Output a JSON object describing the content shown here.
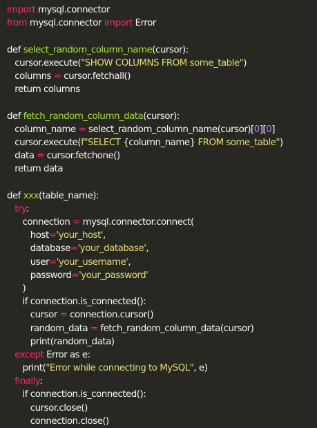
{
  "colors": {
    "background": "#272822",
    "plain": "#f8f8f2",
    "keyword": "#f92672",
    "function": "#a6e22e",
    "string": "#e6db74",
    "number": "#ae81ff",
    "operator": "#f92672"
  },
  "code_lines": [
    [
      [
        "kw",
        "import"
      ],
      [
        "plain",
        " mysql.connector"
      ]
    ],
    [
      [
        "kw",
        "from"
      ],
      [
        "plain",
        " mysql.connector "
      ],
      [
        "kw",
        "import"
      ],
      [
        "plain",
        " Error"
      ]
    ],
    [],
    [
      [
        "plain",
        "def "
      ],
      [
        "fn",
        "select_random_column_name"
      ],
      [
        "plain",
        "(cursor):"
      ]
    ],
    [
      [
        "plain",
        "   cursor.execute("
      ],
      [
        "str",
        "\"SHOW COLUMNS FROM some_table\""
      ],
      [
        "plain",
        ")"
      ]
    ],
    [
      [
        "plain",
        "   columns "
      ],
      [
        "op",
        "="
      ],
      [
        "plain",
        " cursor.fetchall()"
      ]
    ],
    [
      [
        "plain",
        "   return columns"
      ]
    ],
    [],
    [
      [
        "plain",
        "def "
      ],
      [
        "fn",
        "fetch_random_column_data"
      ],
      [
        "plain",
        "(cursor):"
      ]
    ],
    [
      [
        "plain",
        "   column_name "
      ],
      [
        "op",
        "="
      ],
      [
        "plain",
        " select_random_column_name(cursor)["
      ],
      [
        "num",
        "0"
      ],
      [
        "plain",
        "]["
      ],
      [
        "num",
        "0"
      ],
      [
        "plain",
        "]"
      ]
    ],
    [
      [
        "plain",
        "   cursor.execute("
      ],
      [
        "str",
        "f\"SELECT "
      ],
      [
        "plain",
        "{column_name}"
      ],
      [
        "str",
        " FROM some_table\""
      ],
      [
        "plain",
        ")"
      ]
    ],
    [
      [
        "plain",
        "   data "
      ],
      [
        "op",
        "="
      ],
      [
        "plain",
        " cursor.fetchone()"
      ]
    ],
    [
      [
        "plain",
        "   return data"
      ]
    ],
    [],
    [
      [
        "plain",
        "def "
      ],
      [
        "fn",
        "xxx"
      ],
      [
        "plain",
        "(table_name):"
      ]
    ],
    [
      [
        "plain",
        "   "
      ],
      [
        "kw",
        "try"
      ],
      [
        "plain",
        ":"
      ]
    ],
    [
      [
        "plain",
        "      connection "
      ],
      [
        "op",
        "="
      ],
      [
        "plain",
        " mysql.connector.connect("
      ]
    ],
    [
      [
        "plain",
        "         host"
      ],
      [
        "op",
        "="
      ],
      [
        "str",
        "'your_host'"
      ],
      [
        "plain",
        ","
      ]
    ],
    [
      [
        "plain",
        "         database"
      ],
      [
        "op",
        "="
      ],
      [
        "str",
        "'your_database'"
      ],
      [
        "plain",
        ","
      ]
    ],
    [
      [
        "plain",
        "         user"
      ],
      [
        "op",
        "="
      ],
      [
        "str",
        "'your_username'"
      ],
      [
        "plain",
        ","
      ]
    ],
    [
      [
        "plain",
        "         password"
      ],
      [
        "op",
        "="
      ],
      [
        "str",
        "'your_password'"
      ]
    ],
    [
      [
        "plain",
        "      )"
      ]
    ],
    [
      [
        "plain",
        "      if connection.is_connected():"
      ]
    ],
    [
      [
        "plain",
        "         cursor "
      ],
      [
        "op",
        "="
      ],
      [
        "plain",
        " connection.cursor()"
      ]
    ],
    [
      [
        "plain",
        "         random_data "
      ],
      [
        "op",
        "="
      ],
      [
        "plain",
        " fetch_random_column_data(cursor)"
      ]
    ],
    [
      [
        "plain",
        "         print(random_data)"
      ]
    ],
    [
      [
        "plain",
        "   "
      ],
      [
        "kw",
        "except"
      ],
      [
        "plain",
        " Error as e:"
      ]
    ],
    [
      [
        "plain",
        "      print("
      ],
      [
        "str",
        "\"Error while connecting to MySQL\""
      ],
      [
        "plain",
        ", e)"
      ]
    ],
    [
      [
        "plain",
        "   "
      ],
      [
        "kw",
        "finally"
      ],
      [
        "plain",
        ":"
      ]
    ],
    [
      [
        "plain",
        "      if connection.is_connected():"
      ]
    ],
    [
      [
        "plain",
        "         cursor.close()"
      ]
    ],
    [
      [
        "plain",
        "         connection.close()"
      ]
    ]
  ]
}
